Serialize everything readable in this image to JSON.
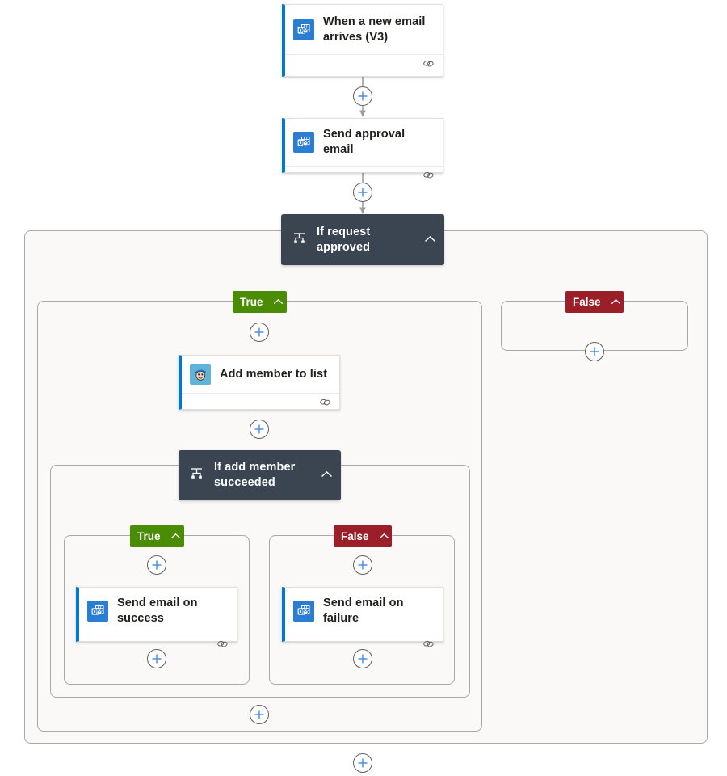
{
  "designer": {
    "name": "power-automate-flow-designer",
    "canvas_background": "#ffffff",
    "scope_background": "#faf9f8",
    "scope_border": "#a9a9a9",
    "connector_line_color": "#9e9e9e",
    "accent": "#0078d4",
    "condition_background": "#3b4552",
    "true_badge_color": "#4a8c04",
    "false_badge_color": "#9b1f28"
  },
  "nodes": {
    "trigger": {
      "title": "When a new email arrives (V3)",
      "icon": "outlook-icon",
      "connection_icon": "chain-link-icon"
    },
    "send_approval": {
      "title": "Send approval email",
      "icon": "outlook-icon",
      "connection_icon": "chain-link-icon"
    },
    "if_request_approved": {
      "title": "If request approved",
      "icon": "condition-icon",
      "collapse_icon": "chevron-up-icon"
    },
    "add_member": {
      "title": "Add member to list",
      "icon": "mailchimp-icon",
      "connection_icon": "chain-link-icon"
    },
    "if_add_member_succeeded": {
      "title": "If add member succeeded",
      "icon": "condition-icon",
      "collapse_icon": "chevron-up-icon"
    },
    "send_success": {
      "title": "Send email on success",
      "icon": "outlook-icon",
      "connection_icon": "chain-link-icon"
    },
    "send_failure": {
      "title": "Send email on failure",
      "icon": "outlook-icon",
      "connection_icon": "chain-link-icon"
    }
  },
  "branches": {
    "outer_true": {
      "label": "True",
      "collapse_icon": "chevron-up-icon"
    },
    "outer_false": {
      "label": "False",
      "collapse_icon": "chevron-up-icon"
    },
    "inner_true": {
      "label": "True",
      "collapse_icon": "chevron-up-icon"
    },
    "inner_false": {
      "label": "False",
      "collapse_icon": "chevron-up-icon"
    }
  },
  "add_buttons": {
    "after_trigger": "add-step-icon",
    "after_send_approval": "add-step-icon",
    "outer_true_top": "add-step-icon",
    "outer_false_empty": "add-step-icon",
    "after_add_member": "add-step-icon",
    "inner_true_top": "add-step-icon",
    "inner_false_top": "add-step-icon",
    "inner_true_bottom": "add-step-icon",
    "inner_false_bottom": "add-step-icon",
    "outer_true_bottom": "add-step-icon",
    "flow_bottom": "add-step-icon"
  }
}
